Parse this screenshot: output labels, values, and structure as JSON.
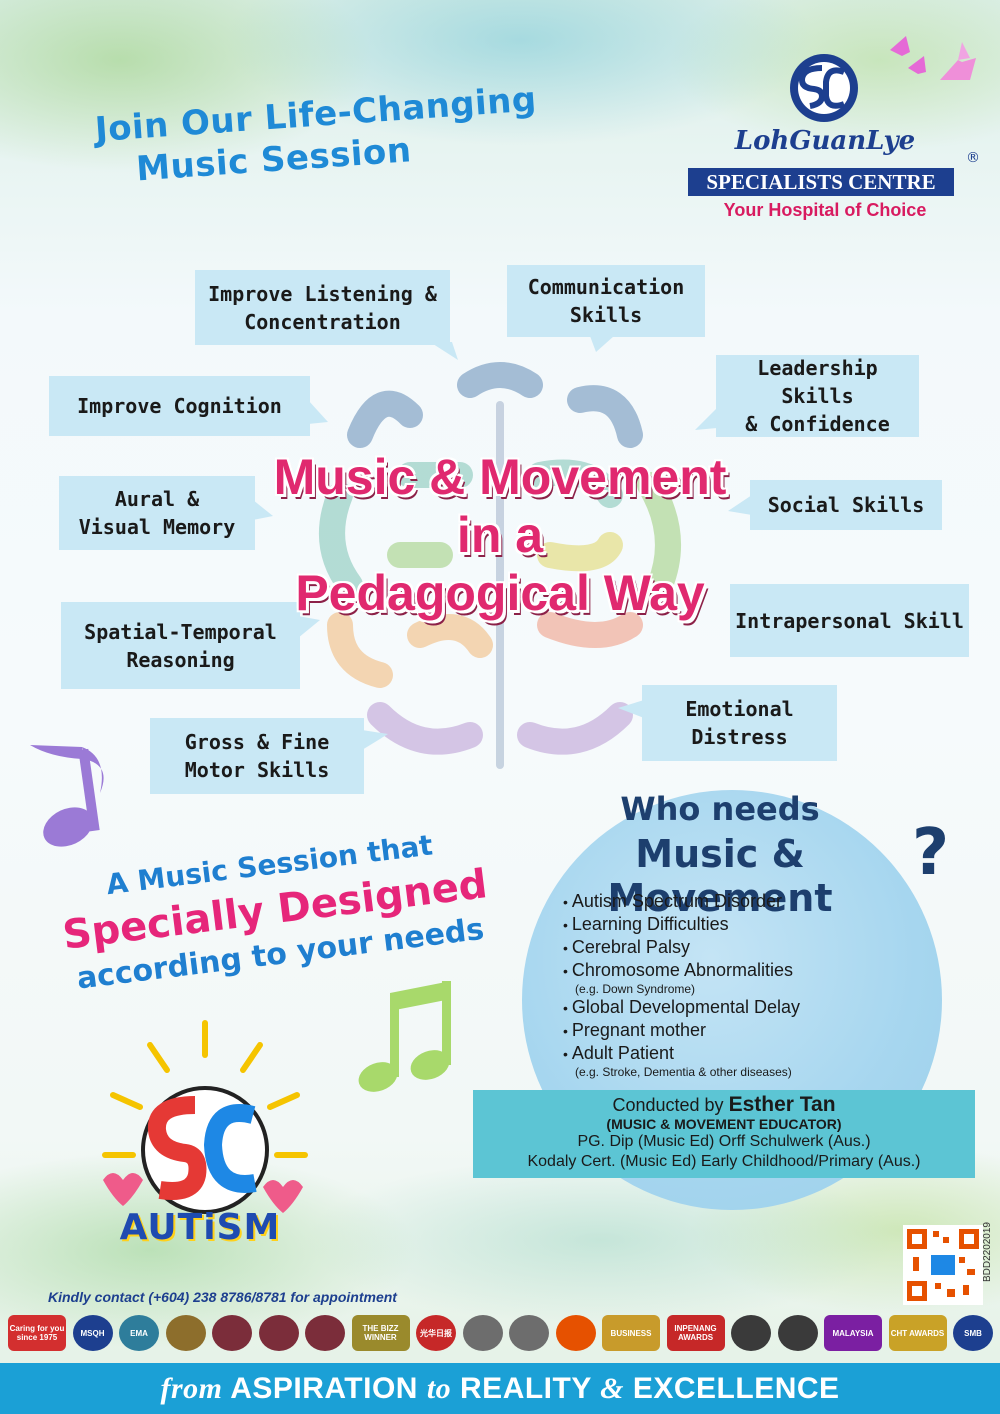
{
  "headline": {
    "line1": "Join Our Life-Changing",
    "line2": "Music Session"
  },
  "logo": {
    "script": "LohGuanLye",
    "registered": "®",
    "bar": "SPECIALISTS CENTRE",
    "tagline": "Your Hospital of Choice",
    "colors": {
      "navy": "#1d3f8f",
      "pink": "#d81b60"
    }
  },
  "title": {
    "line1": "Music & Movement",
    "line2": "in a",
    "line3": "Pedagogical Way"
  },
  "benefits": [
    {
      "line1": "Improve Listening &",
      "line2": "Concentration"
    },
    {
      "line1": "Communication",
      "line2": "Skills"
    },
    {
      "line1": "Improve Cognition",
      "line2": ""
    },
    {
      "line1": "Leadership Skills",
      "line2": "& Confidence"
    },
    {
      "line1": "Aural &",
      "line2": "Visual Memory"
    },
    {
      "line1": "Social Skills",
      "line2": ""
    },
    {
      "line1": "Spatial-Temporal",
      "line2": "Reasoning"
    },
    {
      "line1": "Intrapersonal Skill",
      "line2": ""
    },
    {
      "line1": "Gross & Fine",
      "line2": "Motor Skills"
    },
    {
      "line1": "Emotional",
      "line2": "Distress"
    }
  ],
  "slogan": {
    "line1": "A Music Session that",
    "line2": "Specially Designed",
    "line3": "according to your needs"
  },
  "who": {
    "line1": "Who needs",
    "line2": "Music & Movement",
    "qmark": "?",
    "items": [
      {
        "text": "Autism Spectrum Disorder",
        "sub": ""
      },
      {
        "text": "Learning Difficulties",
        "sub": ""
      },
      {
        "text": "Cerebral Palsy",
        "sub": ""
      },
      {
        "text": "Chromosome Abnormalities",
        "sub": "(e.g. Down Syndrome)"
      },
      {
        "text": "Global Developmental Delay",
        "sub": ""
      },
      {
        "text": "Pregnant mother",
        "sub": ""
      },
      {
        "text": "Adult Patient",
        "sub": "(e.g. Stroke, Dementia & other diseases)"
      }
    ]
  },
  "conducted": {
    "prefix": "Conducted by",
    "name": "Esther Tan",
    "role": "(MUSIC & MOVEMENT EDUCATOR)",
    "cred1": "PG. Dip (Music Ed) Orff Schulwerk (Aus.)",
    "cred2": "Kodaly Cert. (Music Ed) Early Childhood/Primary (Aus.)"
  },
  "autism_logo": {
    "text": "AUTiSM"
  },
  "qr": {
    "code": "BDD2202019"
  },
  "contact": "Kindly contact (+604) 238 8786/8781 for appointment",
  "awards": [
    {
      "label": "Caring for you since 1975",
      "color": "#d32f2f"
    },
    {
      "label": "MSQH",
      "color": "#1d3f8f"
    },
    {
      "label": "EMA",
      "color": "#2e7d9b"
    },
    {
      "label": "",
      "color": "#8d6e2c"
    },
    {
      "label": "",
      "color": "#7b2d3a"
    },
    {
      "label": "",
      "color": "#7b2d3a"
    },
    {
      "label": "",
      "color": "#7b2d3a"
    },
    {
      "label": "THE BIZZ WINNER",
      "color": "#9a8a2c"
    },
    {
      "label": "光华日报",
      "color": "#c62828"
    },
    {
      "label": "",
      "color": "#6d6d6d"
    },
    {
      "label": "",
      "color": "#6d6d6d"
    },
    {
      "label": "",
      "color": "#e65100"
    },
    {
      "label": "BUSINESS",
      "color": "#c89b2b"
    },
    {
      "label": "INPENANG AWARDS",
      "color": "#c62828"
    },
    {
      "label": "",
      "color": "#3a3a3a"
    },
    {
      "label": "",
      "color": "#3a3a3a"
    },
    {
      "label": "MALAYSIA",
      "color": "#7b1fa2"
    },
    {
      "label": "CHT AWARDS",
      "color": "#c9a227"
    },
    {
      "label": "SMB",
      "color": "#1d3f8f"
    }
  ],
  "footer": {
    "from": "from",
    "w1": "ASPIRATION",
    "to": "to",
    "w2": "REALITY",
    "amp": "&",
    "w3": "EXCELLENCE"
  }
}
